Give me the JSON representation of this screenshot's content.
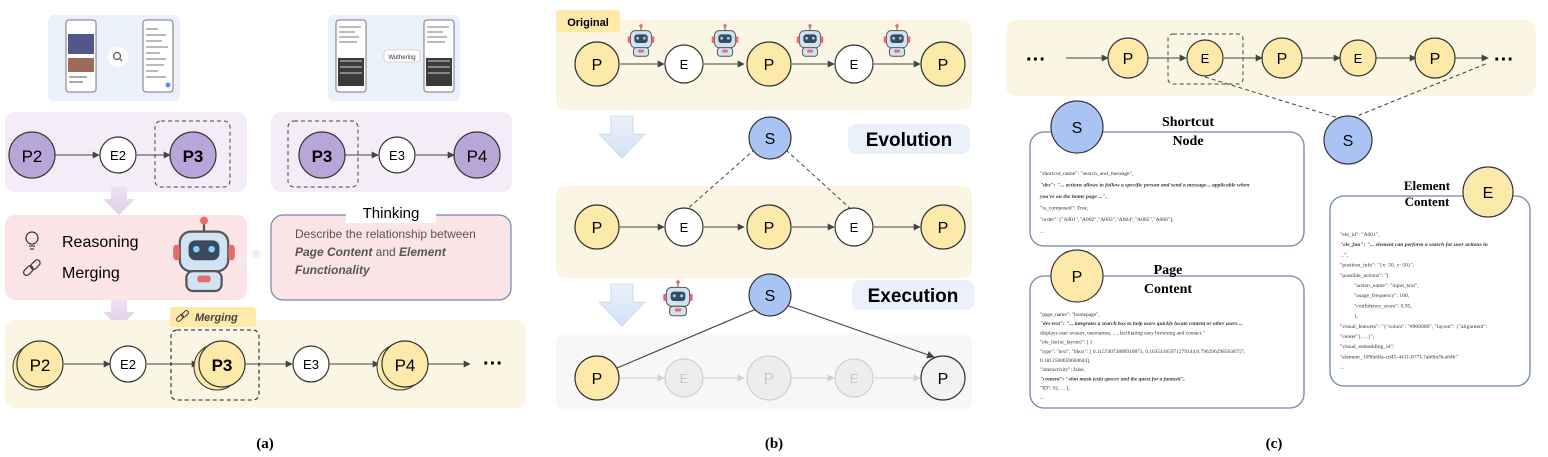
{
  "panel_a": {
    "label": "(a)",
    "search_box_text": "Wuthering",
    "row1_nodes": [
      "P2",
      "E2",
      "P3"
    ],
    "row2_nodes": [
      "P3",
      "E3",
      "P4"
    ],
    "reasoning": "Reasoning",
    "merging": "Merging",
    "thinking_title": "Thinking",
    "thinking_line1": "Describe the relationship between",
    "thinking_bold1": "Page Content",
    "thinking_and": " and ",
    "thinking_bold2": "Element",
    "thinking_bold3": "Functionality",
    "merge_tag": "Merging",
    "bottom_nodes": [
      "P2",
      "E2",
      "P3",
      "E3",
      "P4"
    ],
    "ellipsis": "···"
  },
  "panel_b": {
    "label": "(b)",
    "original_tag": "Original",
    "evolution": "Evolution",
    "execution": "Execution",
    "page_node": "P",
    "element_node": "E",
    "shortcut_node": "S"
  },
  "panel_c": {
    "label": "(c)",
    "top_nodes": [
      "P",
      "E",
      "P",
      "E",
      "P"
    ],
    "ellipsis": "···",
    "shortcut_node": "S",
    "shortcut_title1": "Shortcut",
    "shortcut_title2": "Node",
    "shortcut_lines": [
      "\"shortcut_name\": \"search_and_message\",",
      "\"des\": \"... actions allows to follow a specific person and send a message... applicable when",
      "you're on the home page ...\",",
      "\"is_composed\": True,",
      "\"order\": [\"A001\",\"A002\",\"A003\",\"A004\",\"A005\",\"A006\"],",
      "..."
    ],
    "page_node": "P",
    "page_title1": "Page",
    "page_title2": "Content",
    "page_lines": [
      "\"page_name\": \"homepage\",",
      "\"des-text\": \"... integrates a search box to help users quickly locate content or other users ...",
      "displays user avatars, usernames, ..., facilitating easy browsing and contact.\"",
      "\"ele_list(ui_layout)\": [ {",
      "\"type\": \"text\", \"bbox\": [ 0.11574073880910873, 0.16354165971279144,0.7962962985038757,",
      "0.1812500059604644],",
      "\"interactivity\": false,",
      "\"content\": \"elon musk tesla spacex and the quest for a fantasti\",",
      "\"ID\": 0}, ... ],",
      "..."
    ],
    "element_node": "E",
    "element_title1": "Element",
    "element_title2": "Content",
    "element_lines": [
      "\"ele_id\": \"A001\",",
      "\"ele_fun\": \"... element can perform a search for user actions in",
      "...\",",
      "\"position_info\": \"{x: 50, y: 50}\",",
      "\"possible_actions\": \"[",
      "\"action_name\": \"input_text\",",
      "\"usage_frequency\": 100,",
      "\"confidence_score\": 0.95,",
      "},",
      "\"visual_features\": \"{\"colors\": \"#000000\", \"layout\": {\"alignment\":",
      "\"center\"}, ...}\",",
      "\"visual_embedding_id\":",
      "\"element_1096e0fa-cd45-4411-877f-7ab6bc9ca84b\"",
      "..."
    ]
  },
  "colors": {
    "page": "#FDE9A9",
    "element": "#FFFFFF",
    "shortcut": "#A9C4F2",
    "purple": "#B8A6D8",
    "bg_yellow": "#FBF6E4",
    "bg_purple": "#F4EDF7",
    "bg_pink": "#FBE4E6",
    "bg_blue": "#EEF4FB",
    "faded": "#EDEDED"
  }
}
